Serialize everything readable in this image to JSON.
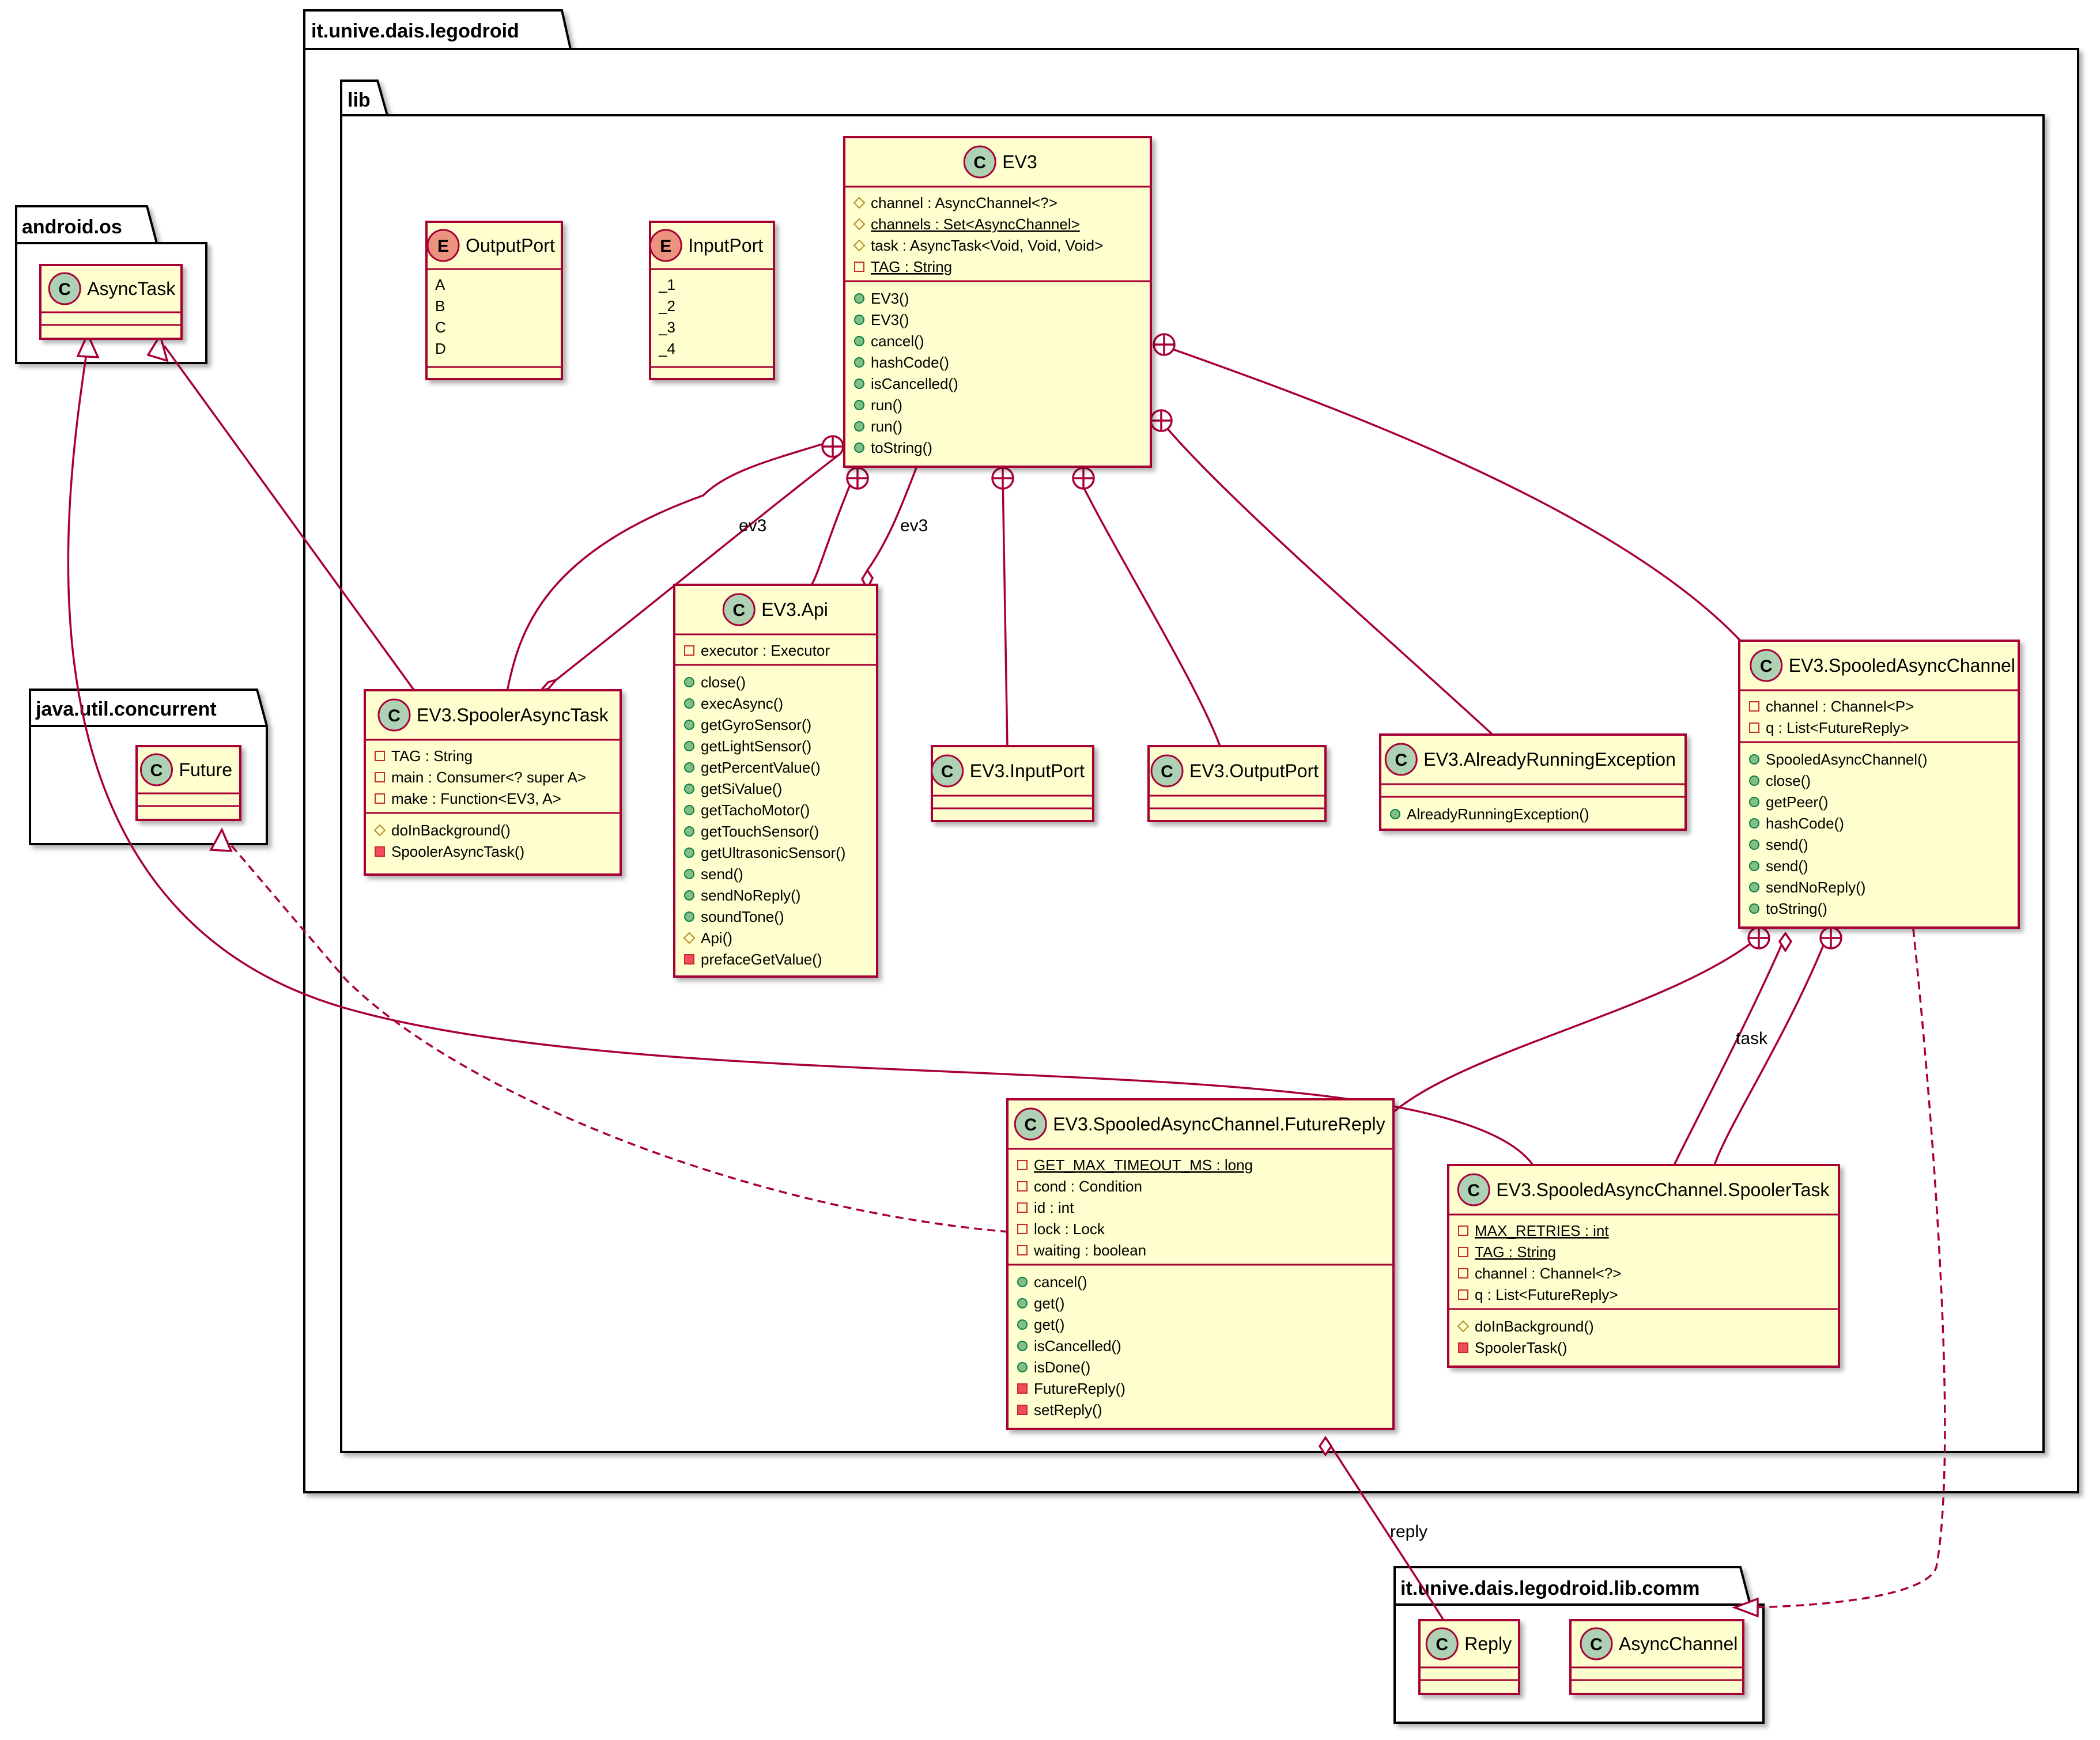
{
  "packages": {
    "legodroid": "it.unive.dais.legodroid",
    "lib": "lib",
    "android_os": "android.os",
    "java_util_concurrent": "java.util.concurrent",
    "comm": "it.unive.dais.legodroid.lib.comm"
  },
  "classes": {
    "ev3": {
      "name": "EV3",
      "fields": [
        "channel : AsyncChannel<?>",
        "channels : Set<AsyncChannel>",
        "task : AsyncTask<Void, Void, Void>",
        "TAG : String"
      ],
      "methods": [
        "EV3()",
        "EV3()",
        "cancel()",
        "hashCode()",
        "isCancelled()",
        "run()",
        "run()",
        "toString()"
      ]
    },
    "output_port": {
      "name": "OutputPort",
      "values": [
        "A",
        "B",
        "C",
        "D"
      ]
    },
    "input_port": {
      "name": "InputPort",
      "values": [
        "_1",
        "_2",
        "_3",
        "_4"
      ]
    },
    "async_task": {
      "name": "AsyncTask"
    },
    "future": {
      "name": "Future"
    },
    "spooler_async_task": {
      "name": "EV3.SpoolerAsyncTask",
      "fields": [
        "TAG : String",
        "main : Consumer<? super A>",
        "make : Function<EV3, A>"
      ],
      "methods": [
        "doInBackground()",
        "SpoolerAsyncTask()"
      ]
    },
    "api": {
      "name": "EV3.Api",
      "fields": [
        "executor : Executor"
      ],
      "methods": [
        "close()",
        "execAsync()",
        "getGyroSensor()",
        "getLightSensor()",
        "getPercentValue()",
        "getSiValue()",
        "getTachoMotor()",
        "getTouchSensor()",
        "getUltrasonicSensor()",
        "send()",
        "sendNoReply()",
        "soundTone()",
        "Api()",
        "prefaceGetValue()"
      ]
    },
    "input_port_cls": {
      "name": "EV3.InputPort"
    },
    "output_port_cls": {
      "name": "EV3.OutputPort"
    },
    "already_running": {
      "name": "EV3.AlreadyRunningException",
      "methods": [
        "AlreadyRunningException()"
      ]
    },
    "spooled_channel": {
      "name": "EV3.SpooledAsyncChannel",
      "fields": [
        "channel : Channel<P>",
        "q : List<FutureReply>"
      ],
      "methods": [
        "SpooledAsyncChannel()",
        "close()",
        "getPeer()",
        "hashCode()",
        "send()",
        "send()",
        "sendNoReply()",
        "toString()"
      ]
    },
    "future_reply": {
      "name": "EV3.SpooledAsyncChannel.FutureReply",
      "fields": [
        "GET_MAX_TIMEOUT_MS : long",
        "cond : Condition",
        "id : int",
        "lock : Lock",
        "waiting : boolean"
      ],
      "methods": [
        "cancel()",
        "get()",
        "get()",
        "isCancelled()",
        "isDone()",
        "FutureReply()",
        "setReply()"
      ]
    },
    "spooler_task": {
      "name": "EV3.SpooledAsyncChannel.SpoolerTask",
      "fields": [
        "MAX_RETRIES : int",
        "TAG : String",
        "channel : Channel<?>",
        "q : List<FutureReply>"
      ],
      "methods": [
        "doInBackground()",
        "SpoolerTask()"
      ]
    },
    "reply": {
      "name": "Reply"
    },
    "async_channel": {
      "name": "AsyncChannel"
    }
  },
  "labels": {
    "ev3_spooler": "ev3",
    "ev3_api": "ev3",
    "task": "task",
    "reply": "reply"
  },
  "badges": {
    "class": "C",
    "enum": "E"
  },
  "colors": {
    "class_fill": "#FEFECE",
    "border": "#A80036",
    "class_badge": "#ADD1B2",
    "enum_badge": "#EB937F",
    "package_fill": "#FFFFFF"
  }
}
